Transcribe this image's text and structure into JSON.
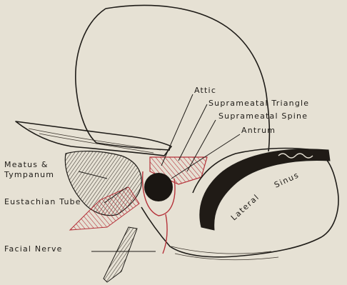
{
  "labels": {
    "attic": "Attic",
    "suprameatal_triangle": "Suprameatal Triangle",
    "suprameatal_spine": "Suprameatal Spine",
    "antrum": "Antrum",
    "meatus_line1": "Meatus &",
    "meatus_line2": "Tympanum",
    "eustachian_tube": "Eustachian Tube",
    "facial_nerve": "Facial Nerve",
    "lateral_sinus_line1": "Lateral",
    "lateral_sinus_line2": "Sinus"
  },
  "colors": {
    "background": "#e6e1d4",
    "ink": "#1f1c18",
    "highlight_red": "#b5323a"
  }
}
